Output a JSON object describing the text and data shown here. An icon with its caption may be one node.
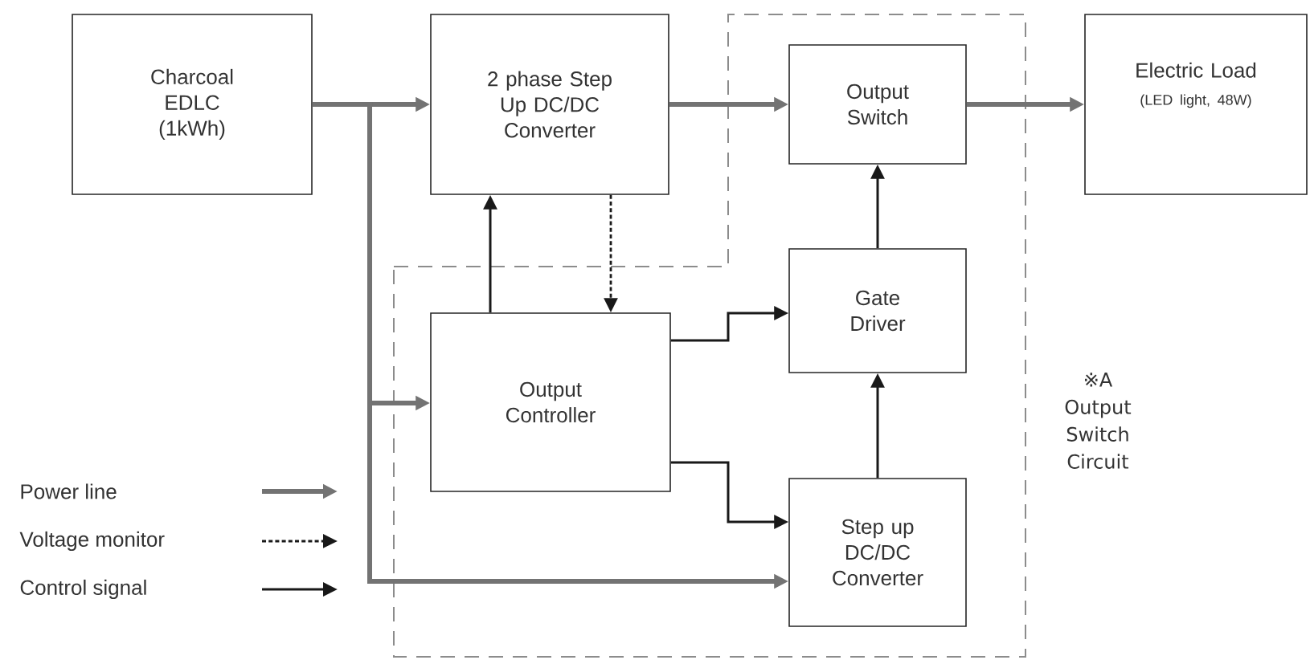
{
  "diagram": {
    "nodes": [
      {
        "text": [
          "Charcoal EDLC (1kWh)"
        ]
      },
      {
        "text": [
          "2 phase Step Up DC/DC Converter"
        ]
      },
      {
        "text": [
          "※A Output Switch Circuit"
        ]
      },
      {
        "text": [
          "Output Switch"
        ],
        "in": 2
      },
      {
        "text": [
          "Electric Load",
          "(LED light, 48W)"
        ]
      },
      {
        "text": [
          "Gate Driver"
        ],
        "in": 2
      },
      {
        "text": [
          "Output Controller"
        ],
        "in": 2
      },
      {
        "text": [
          "Step up DC/DC Converter"
        ],
        "in": 2
      }
    ],
    "edges": [
      {
        "from": 0,
        "to": 1,
        "arrow": "to",
        "style": "thick"
      },
      {
        "from": 1,
        "to": 3,
        "arrow": "to",
        "style": "thick"
      },
      {
        "from": 3,
        "to": 4,
        "arrow": "to",
        "style": "thick"
      },
      {
        "from": 0,
        "to": 6,
        "arrow": "to",
        "style": "thick"
      },
      {
        "from": 0,
        "to": 7,
        "arrow": "to",
        "style": "thick"
      },
      {
        "from": 6,
        "to": 1,
        "arrow": "to"
      },
      {
        "from": 1,
        "to": 6,
        "arrow": "to",
        "style": "dashed"
      },
      {
        "from": 6,
        "to": 5,
        "arrow": "to"
      },
      {
        "from": 6,
        "to": 7,
        "arrow": "to"
      },
      {
        "from": 7,
        "to": 5,
        "arrow": "to"
      },
      {
        "from": 5,
        "to": 3,
        "arrow": "to"
      }
    ],
    "legend": [
      {
        "text": "Power line"
      },
      {
        "text": "Voltage monitor"
      },
      {
        "text": "Control signal"
      }
    ]
  }
}
